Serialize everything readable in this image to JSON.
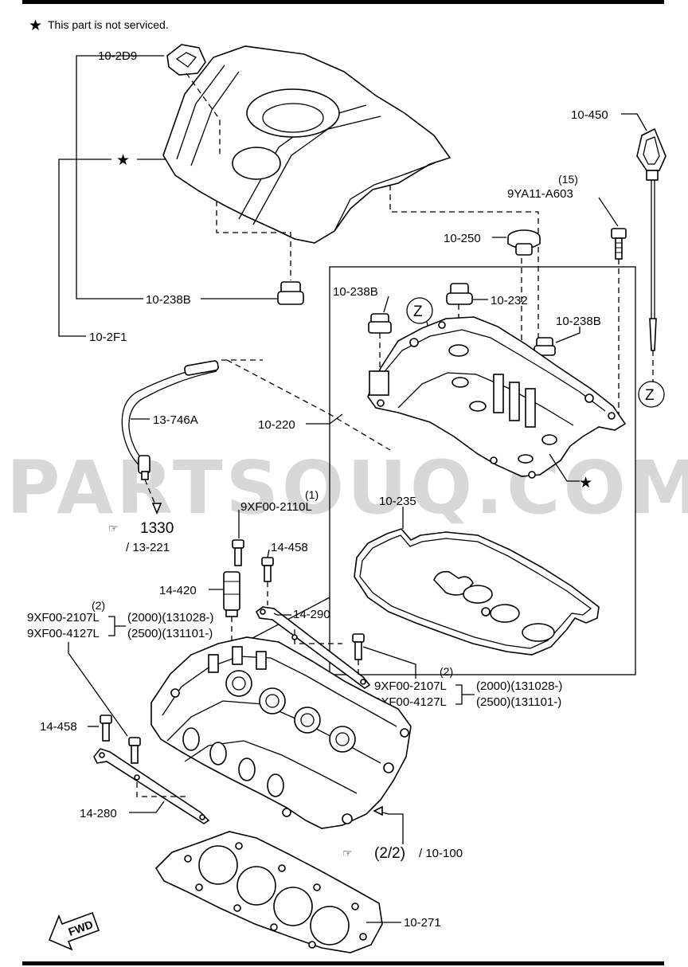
{
  "legend": {
    "star": "★",
    "text": "This part is not serviced."
  },
  "watermark": "PARTSOUQ.COM",
  "callouts": {
    "c_102d9": "10-2D9",
    "c_star_cover": "★",
    "c_10238b_left": "10-238B",
    "c_102f1": "10-2F1",
    "c_10450": "10-450",
    "c_qty15": "(15)",
    "c_9ya11": "9YA11-A603",
    "c_10250": "10-250",
    "c_10238b_inner": "10-238B",
    "c_10232": "10-232",
    "c_10238b_right": "10-238B",
    "c_z_left": "Z",
    "c_z_right": "Z",
    "c_13746a": "13-746A",
    "c_10220": "10-220",
    "c_star_valve": "★",
    "c_qty1": "(1)",
    "c_9xf2110": "9XF00-2110L",
    "c_ref1330": "1330",
    "c_ref13221": "/ 13-221",
    "c_10235": "10-235",
    "c_14458_top": "14-458",
    "c_14420": "14-420",
    "c_qty2_left": "(2)",
    "c_9xf2107_left": "9XF00-2107L",
    "c_9xf4127_left": "9XF00-4127L",
    "c_2000_left": "(2000)(131028-)",
    "c_2500_left": "(2500)(131101-)",
    "c_14290": "14-290",
    "c_qty2_right": "(2)",
    "c_9xf2107_right": "9XF00-2107L",
    "c_9xf4127_right": "9XF00-4127L",
    "c_2000_right": "(2000)(131028-)",
    "c_2500_right": "(2500)(131101-)",
    "c_14458_bottom": "14-458",
    "c_14280": "14-280",
    "c_ref22": "(2/2)",
    "c_ref10100": "/ 10-100",
    "c_10271": "10-271",
    "c_fwd": "FWD"
  }
}
